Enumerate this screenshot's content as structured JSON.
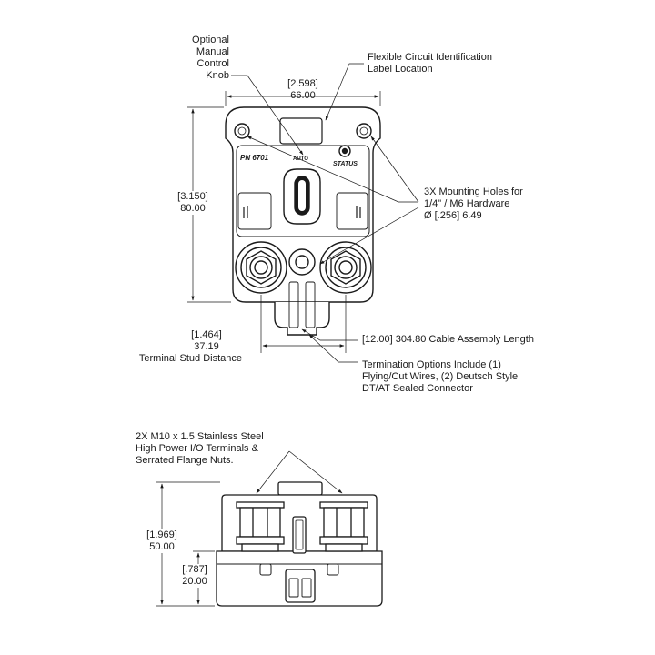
{
  "callouts": {
    "knob": [
      "Optional",
      "Manual",
      "Control",
      "Knob"
    ],
    "label_location": [
      "Flexible Circuit Identification",
      "Label Location"
    ],
    "mounting_holes": [
      "3X Mounting Holes for",
      "1/4\" / M6 Hardware",
      "Ø [.256] 6.49"
    ],
    "terminal_distance": [
      "[1.464]",
      "37.19",
      "Terminal Stud Distance"
    ],
    "cable_length": "[12.00] 304.80  Cable Assembly Length",
    "termination": [
      "Termination Options Include (1)",
      "Flying/Cut Wires, (2) Deutsch Style",
      "DT/AT Sealed Connector"
    ],
    "terminals": [
      "2X M10 x 1.5 Stainless Steel",
      "High Power I/O Terminals &",
      "Serrated Flange Nuts."
    ]
  },
  "dimensions": {
    "width": [
      "[2.598]",
      "66.00"
    ],
    "height": [
      "[3.150]",
      "80.00"
    ],
    "side_height": [
      "[1.969]",
      "50.00"
    ],
    "base_height": [
      "[.787]",
      "20.00"
    ]
  },
  "part_markings": {
    "part_number": "PN 6701",
    "auto": "AUTO",
    "status": "STATUS"
  },
  "colors": {
    "line": "#1a1a1a",
    "fill": "#ffffff"
  }
}
